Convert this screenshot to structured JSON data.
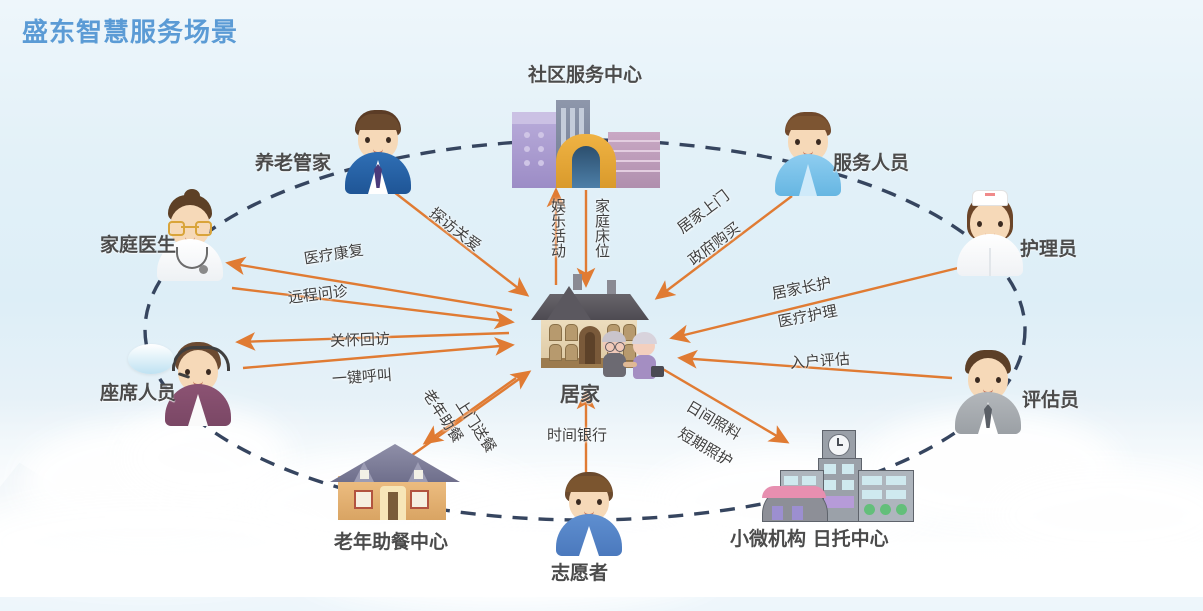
{
  "page": {
    "title": "盛东智慧服务场景",
    "title_color": "#5b9bd5",
    "arrow_color": "#e07b33",
    "ring_color": "#36455f",
    "label_color": "#4b4b4b",
    "background": "#e3f1f8"
  },
  "center": {
    "label": "居家",
    "icon": "house-icon"
  },
  "nodes": [
    {
      "id": "community-center",
      "label": "社区服务中心",
      "icon": "city-buildings-icon"
    },
    {
      "id": "care-butler",
      "label": "养老管家",
      "icon": "businessman-avatar-icon"
    },
    {
      "id": "service-staff",
      "label": "服务人员",
      "icon": "service-staff-avatar-icon"
    },
    {
      "id": "family-doctor",
      "label": "家庭医生",
      "icon": "doctor-avatar-icon"
    },
    {
      "id": "nurse",
      "label": "护理员",
      "icon": "nurse-avatar-icon"
    },
    {
      "id": "call-agent",
      "label": "座席人员",
      "icon": "headset-agent-avatar-icon"
    },
    {
      "id": "assessor",
      "label": "评估员",
      "icon": "assessor-avatar-icon"
    },
    {
      "id": "meal-center",
      "label": "老年助餐中心",
      "icon": "home-house-icon"
    },
    {
      "id": "volunteer",
      "label": "志愿者",
      "icon": "volunteer-avatar-icon"
    },
    {
      "id": "daycare-center",
      "label": "小微机构  日托中心",
      "icon": "daycare-building-icon"
    }
  ],
  "edges": [
    {
      "id": "e-entertainment",
      "label": "娱乐活动",
      "from": "居家",
      "to": "社区服务中心",
      "direction": "up",
      "orientation": "vertical"
    },
    {
      "id": "e-family-bed",
      "label": "家庭床位",
      "from": "社区服务中心",
      "to": "居家",
      "direction": "down",
      "orientation": "vertical"
    },
    {
      "id": "e-visit-care",
      "label": "探访关爱",
      "from": "养老管家",
      "to": "居家",
      "direction": "to-center"
    },
    {
      "id": "e-medical-rehab",
      "label": "医疗康复",
      "from": "家庭医生",
      "to": "居家",
      "direction": "to-center"
    },
    {
      "id": "e-remote-consult",
      "label": "远程问诊",
      "from": "居家",
      "to": "家庭医生",
      "direction": "from-center"
    },
    {
      "id": "e-care-followup",
      "label": "关怀回访",
      "from": "座席人员",
      "to": "居家",
      "direction": "to-center"
    },
    {
      "id": "e-one-key-call",
      "label": "一键呼叫",
      "from": "居家",
      "to": "座席人员",
      "direction": "from-center"
    },
    {
      "id": "e-home-visit",
      "label": "居家上门",
      "from": "服务人员",
      "to": "居家",
      "direction": "to-center"
    },
    {
      "id": "e-gov-purchase",
      "label": "政府购买",
      "from": "服务人员",
      "to": "居家",
      "direction": "to-center"
    },
    {
      "id": "e-longterm-care",
      "label": "居家长护",
      "from": "护理员",
      "to": "居家",
      "direction": "to-center"
    },
    {
      "id": "e-medical-nurse",
      "label": "医疗护理",
      "from": "护理员",
      "to": "居家",
      "direction": "to-center"
    },
    {
      "id": "e-home-assess",
      "label": "入户评估",
      "from": "评估员",
      "to": "居家",
      "direction": "to-center"
    },
    {
      "id": "e-daycare",
      "label": "日间照料",
      "from": "居家",
      "to": "日托中心",
      "direction": "from-center"
    },
    {
      "id": "e-short-care",
      "label": "短期照护",
      "from": "居家",
      "to": "日托中心",
      "direction": "from-center"
    },
    {
      "id": "e-elder-meal",
      "label": "老年助餐",
      "from": "居家",
      "to": "老年助餐中心",
      "direction": "from-center"
    },
    {
      "id": "e-meal-delivery",
      "label": "上门送餐",
      "from": "老年助餐中心",
      "to": "居家",
      "direction": "to-center"
    },
    {
      "id": "e-time-bank",
      "label": "时间银行",
      "from": "志愿者",
      "to": "居家",
      "direction": "to-center"
    }
  ]
}
